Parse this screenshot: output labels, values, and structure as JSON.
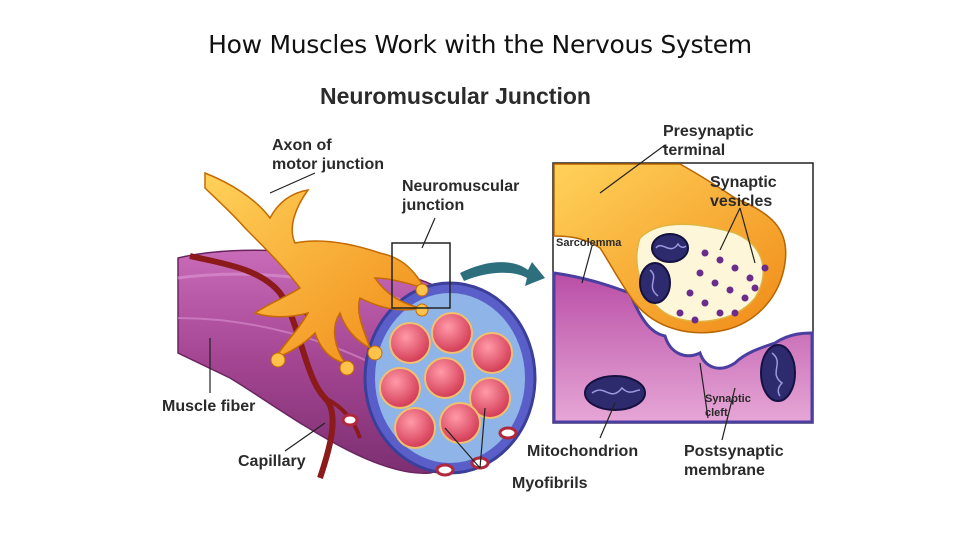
{
  "slide": {
    "title": "How Muscles Work with the Nervous System"
  },
  "diagram": {
    "title": "Neuromuscular Junction",
    "labels": {
      "axon_line1": "Axon of",
      "axon_line2": "motor junction",
      "nmj_line1": "Neuromuscular",
      "nmj_line2": "junction",
      "presynaptic_line1": "Presynaptic",
      "presynaptic_line2": "terminal",
      "vesicles_line1": "Synaptic",
      "vesicles_line2": "vesicles",
      "sarcolemma": "Sarcolemma",
      "muscle_fiber": "Muscle fiber",
      "capillary": "Capillary",
      "myofibrils": "Myofibrils",
      "mitochondrion": "Mitochondrion",
      "cleft_line1": "Synaptic",
      "cleft_line2": "cleft",
      "postsynaptic_line1": "Postsynaptic",
      "postsynaptic_line2": "membrane"
    },
    "colors": {
      "muscle": "#b04a9a",
      "muscle_light": "#d88ccb",
      "axon": "#f5a623",
      "axon_light": "#ffd36b",
      "myofibril": "#e0455f",
      "capillary": "#8b1a1a",
      "mitochondrion": "#2e2a6e",
      "arrow": "#2e6f7e"
    }
  }
}
